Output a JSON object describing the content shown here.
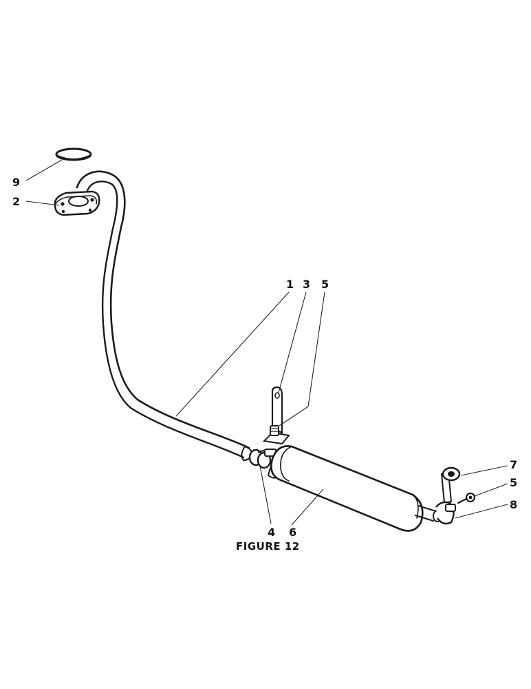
{
  "figure": {
    "caption": "FIGURE 12"
  },
  "callouts": [
    {
      "id": "c9",
      "label": "9"
    },
    {
      "id": "c2",
      "label": "2"
    },
    {
      "id": "c1",
      "label": "1"
    },
    {
      "id": "c3",
      "label": "3"
    },
    {
      "id": "c5a",
      "label": "5"
    },
    {
      "id": "c7",
      "label": "7"
    },
    {
      "id": "c5b",
      "label": "5"
    },
    {
      "id": "c8",
      "label": "8"
    },
    {
      "id": "c4",
      "label": "4"
    },
    {
      "id": "c6",
      "label": "6"
    }
  ]
}
